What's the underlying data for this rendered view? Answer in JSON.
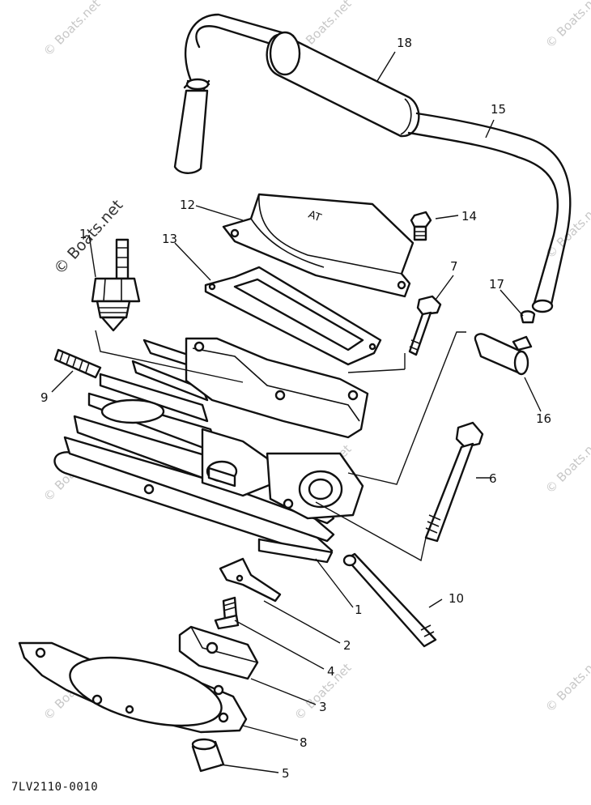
{
  "diagram": {
    "drawing_code": "7LV2110-0010",
    "watermark": "© Boats.net",
    "parts": [
      {
        "id": "p1a",
        "label": "1"
      },
      {
        "id": "p1b",
        "label": "1"
      },
      {
        "id": "p2",
        "label": "2"
      },
      {
        "id": "p3",
        "label": "3"
      },
      {
        "id": "p4",
        "label": "4"
      },
      {
        "id": "p5",
        "label": "5"
      },
      {
        "id": "p6",
        "label": "6"
      },
      {
        "id": "p7",
        "label": "7"
      },
      {
        "id": "p8",
        "label": "8"
      },
      {
        "id": "p9",
        "label": "9"
      },
      {
        "id": "p10",
        "label": "10"
      },
      {
        "id": "p12",
        "label": "12"
      },
      {
        "id": "p13",
        "label": "13"
      },
      {
        "id": "p14",
        "label": "14"
      },
      {
        "id": "p15",
        "label": "15"
      },
      {
        "id": "p16",
        "label": "16"
      },
      {
        "id": "p17",
        "label": "17"
      },
      {
        "id": "p18",
        "label": "18"
      }
    ]
  }
}
